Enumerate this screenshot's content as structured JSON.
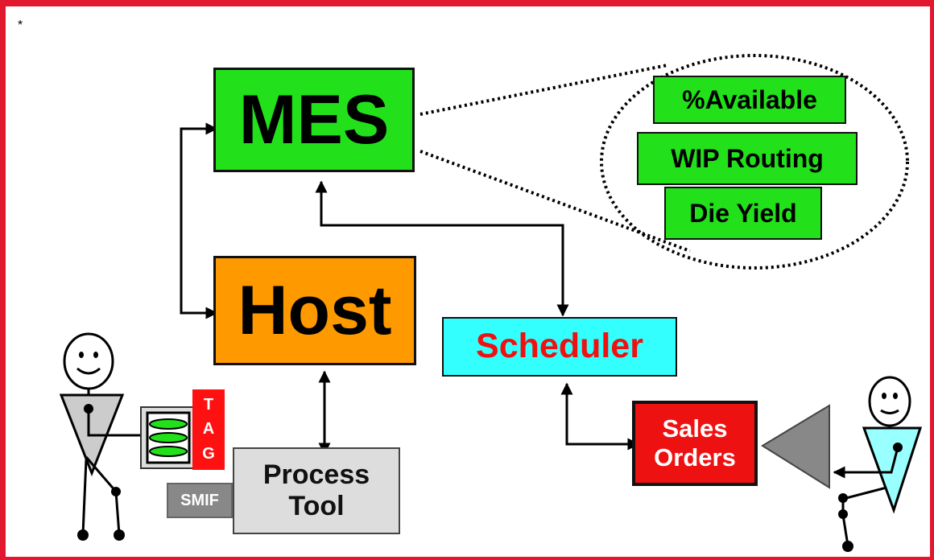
{
  "corner_mark": "*",
  "colors": {
    "frame": "#e2182f",
    "mes": "#22e11b",
    "host": "#ff9900",
    "scheduler": "#33ffff",
    "sales_orders": "#ee1111",
    "metric": "#22e11b",
    "process_tool": "#dddddd",
    "smif": "#888888",
    "tag": "#ff1111",
    "person_body_left": "#cccccc",
    "person_body_right": "#99ffff"
  },
  "nodes": {
    "mes": "MES",
    "host": "Host",
    "scheduler": "Scheduler",
    "sales_orders_line1": "Sales",
    "sales_orders_line2": "Orders",
    "process_tool_line1": "Process",
    "process_tool_line2": "Tool",
    "smif": "SMIF",
    "tag_letters": [
      "T",
      "A",
      "G"
    ]
  },
  "mes_details": [
    "%Available",
    "WIP Routing",
    "Die Yield"
  ],
  "icons": [
    "operator-figure-icon",
    "wafer-carrier-icon",
    "customer-figure-icon",
    "megaphone-icon"
  ]
}
